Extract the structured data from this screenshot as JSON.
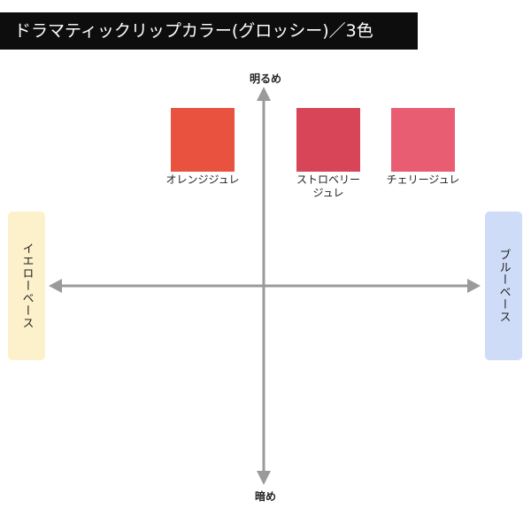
{
  "title": "ドラマティックリップカラー(グロッシー)／3色",
  "axes": {
    "top": "明るめ",
    "bottom": "暗め",
    "left": "イエローベース",
    "right": "ブルーベース"
  },
  "colors": {
    "axis": "#9a9a9a",
    "yellow_base_bg": "#fdf1cc",
    "blue_base_bg": "#cfdcf8",
    "title_bg": "#0d0d0d"
  },
  "products": [
    {
      "name": "オレンジジュレ",
      "color": "#e8523f"
    },
    {
      "name": "ストロベリージュレ",
      "color": "#d84558"
    },
    {
      "name": "チェリージュレ",
      "color": "#e95d72"
    }
  ]
}
